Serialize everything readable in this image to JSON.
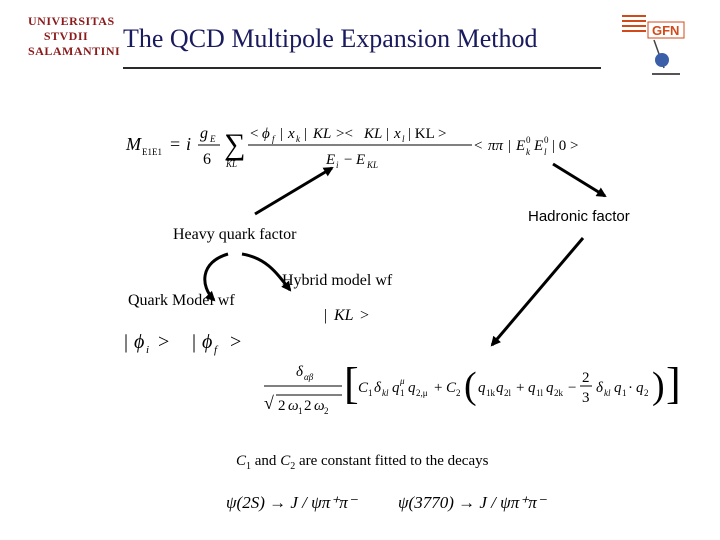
{
  "header": {
    "title": "The QCD Multipole Expansion Method",
    "logo_left": [
      "UNIVERSITAS",
      "STVDII",
      "SALAMANTINI"
    ],
    "logo_right": "GFN"
  },
  "labels": {
    "heavy_quark_factor": "Heavy quark factor",
    "hadronic_factor": "Hadronic factor",
    "quark_model_wf": "Quark Model wf",
    "hybrid_model_wf": "Hybrid model  wf"
  },
  "note": {
    "c1": "C",
    "c1_sub": "1",
    "and": " and ",
    "c2": "C",
    "c2_sub": "2",
    "rest": " are constant fitted to the decays"
  },
  "decays": {
    "left": "ψ(2S) → J / ψπ⁺π⁻",
    "right": "ψ(3770) → J / ψπ⁺π⁻"
  }
}
